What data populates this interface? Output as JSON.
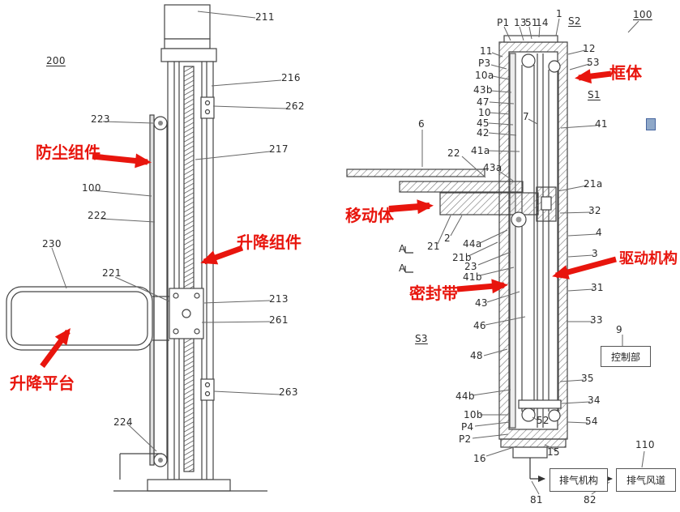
{
  "colors": {
    "annotation_red": "#e8150d",
    "line": "#444444"
  },
  "left": {
    "ann": {
      "dust": "防尘组件",
      "lift": "升降组件",
      "platform": "升降平台"
    },
    "refs": {
      "r200": "200",
      "r211": "211",
      "r216": "216",
      "r262": "262",
      "r223": "223",
      "r217": "217",
      "r100": "100",
      "r222": "222",
      "r230": "230",
      "r221": "221",
      "r213": "213",
      "r261": "261",
      "r263": "263",
      "r224": "224"
    }
  },
  "right": {
    "ann": {
      "frame": "框体",
      "moving": "移动体",
      "seal": "密封带",
      "drive": "驱动机构"
    },
    "boxes": {
      "control": "控制部",
      "exhaust": "排气机构",
      "duct": "排气风道"
    },
    "refs": {
      "rP1": "P1",
      "r13": "13",
      "r51": "51",
      "r14": "14",
      "r1": "1",
      "rS2": "S2",
      "r100": "100",
      "r11": "11",
      "rP3": "P3",
      "r10a": "10a",
      "r43b": "43b",
      "r47": "47",
      "r10": "10",
      "r45": "45",
      "r42": "42",
      "r41a": "41a",
      "r22": "22",
      "r43a": "43a",
      "r6": "6",
      "r7": "7",
      "r12": "12",
      "r53": "53",
      "rS1": "S1",
      "r41": "41",
      "r21a": "21a",
      "r32": "32",
      "r4": "4",
      "r3": "3",
      "r31": "31",
      "r33": "33",
      "r9": "9",
      "r35": "35",
      "r34": "34",
      "r54": "54",
      "r52": "52",
      "r15": "15",
      "r110": "110",
      "r16": "16",
      "rP2": "P2",
      "rP4": "P4",
      "r10b": "10b",
      "r44b": "44b",
      "r48": "48",
      "r46": "46",
      "r43": "43",
      "r41b": "41b",
      "r23": "23",
      "r21b": "21b",
      "r44a": "44a",
      "r2": "2",
      "r21": "21",
      "rS3": "S3",
      "rA": "A",
      "r81": "81",
      "r82": "82"
    }
  }
}
